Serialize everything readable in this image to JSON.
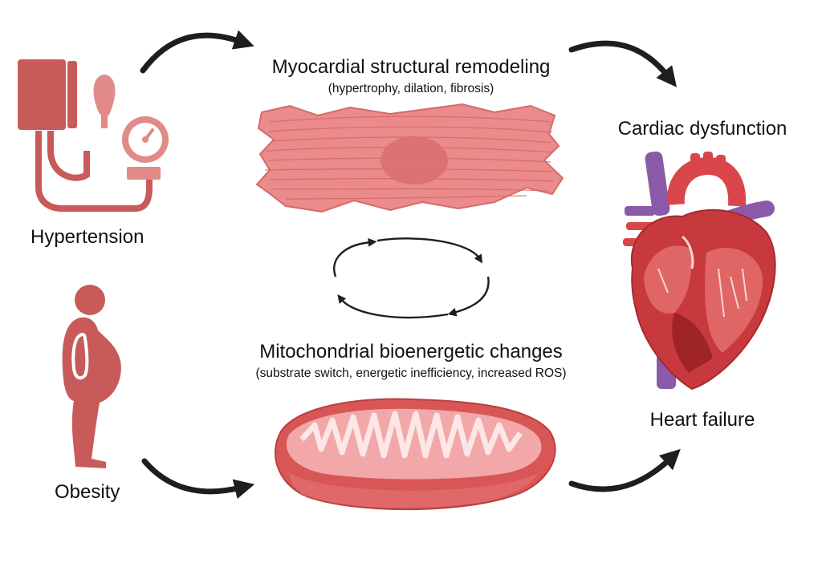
{
  "inputs": {
    "hypertension": "Hypertension",
    "obesity": "Obesity"
  },
  "middle": {
    "structural_title": "Myocardial structural remodeling",
    "structural_sub": "(hypertrophy, dilation, fibrosis)",
    "mito_title": "Mitochondrial bioenergetic changes",
    "mito_sub": "(substrate switch, energetic inefficiency, increased ROS)"
  },
  "outputs": {
    "dysfunction": "Cardiac dysfunction",
    "failure": "Heart failure"
  },
  "colors": {
    "arrow": "#1e1e1e",
    "icon_red": "#c85a5a",
    "muscle": "#eb8b8b",
    "mito_outer": "#d95656",
    "mito_inner": "#f6c8c8",
    "heart": "#c8393d",
    "vein": "#8a5aa8"
  },
  "icons": [
    "blood-pressure-cuff-icon",
    "obese-person-icon",
    "cardiomyocyte-icon",
    "mitochondrion-icon",
    "heart-icon",
    "cycle-arrows-icon"
  ]
}
